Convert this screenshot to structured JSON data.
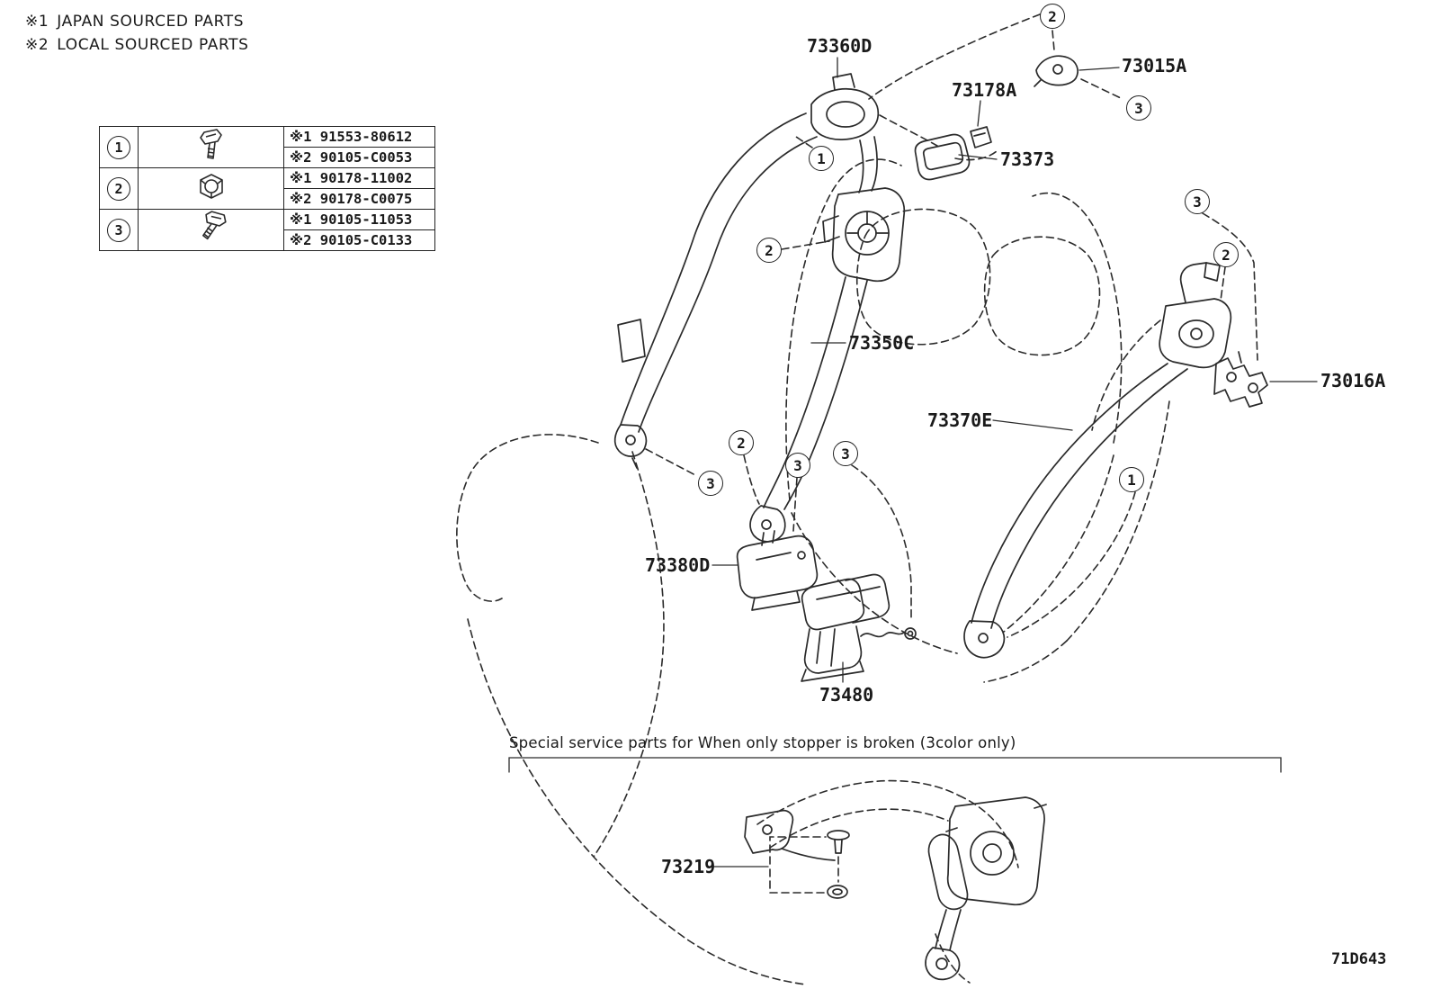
{
  "legend": {
    "items": [
      {
        "marker": "※1",
        "text": "JAPAN SOURCED PARTS"
      },
      {
        "marker": "※2",
        "text": "LOCAL SOURCED PARTS"
      }
    ]
  },
  "fastener_table": {
    "rows": [
      {
        "callout": "1",
        "icon": "bolt-icon",
        "lines": [
          "※1 91553-80612",
          "※2 90105-C0053"
        ]
      },
      {
        "callout": "2",
        "icon": "nut-icon",
        "lines": [
          "※1 90178-11002",
          "※2 90178-C0075"
        ]
      },
      {
        "callout": "3",
        "icon": "bolt-icon",
        "lines": [
          "※1 90105-11053",
          "※2 90105-C0133"
        ]
      }
    ]
  },
  "part_labels": [
    {
      "id": "73360D"
    },
    {
      "id": "73015A"
    },
    {
      "id": "73178A"
    },
    {
      "id": "73373"
    },
    {
      "id": "73350C"
    },
    {
      "id": "73370E"
    },
    {
      "id": "73016A"
    },
    {
      "id": "73380D"
    },
    {
      "id": "73480"
    },
    {
      "id": "73219"
    }
  ],
  "callouts": [
    {
      "num": "2"
    },
    {
      "num": "3"
    },
    {
      "num": "1"
    },
    {
      "num": "2"
    },
    {
      "num": "3"
    },
    {
      "num": "2"
    },
    {
      "num": "2"
    },
    {
      "num": "3"
    },
    {
      "num": "3"
    },
    {
      "num": "3"
    },
    {
      "num": "1"
    }
  ],
  "special_note": "Special service parts for When only stopper is broken (3color only)",
  "footer_code": "71D643",
  "colors": {
    "line": "#2b2b2b",
    "text": "#1a1a1a",
    "background": "#ffffff"
  }
}
